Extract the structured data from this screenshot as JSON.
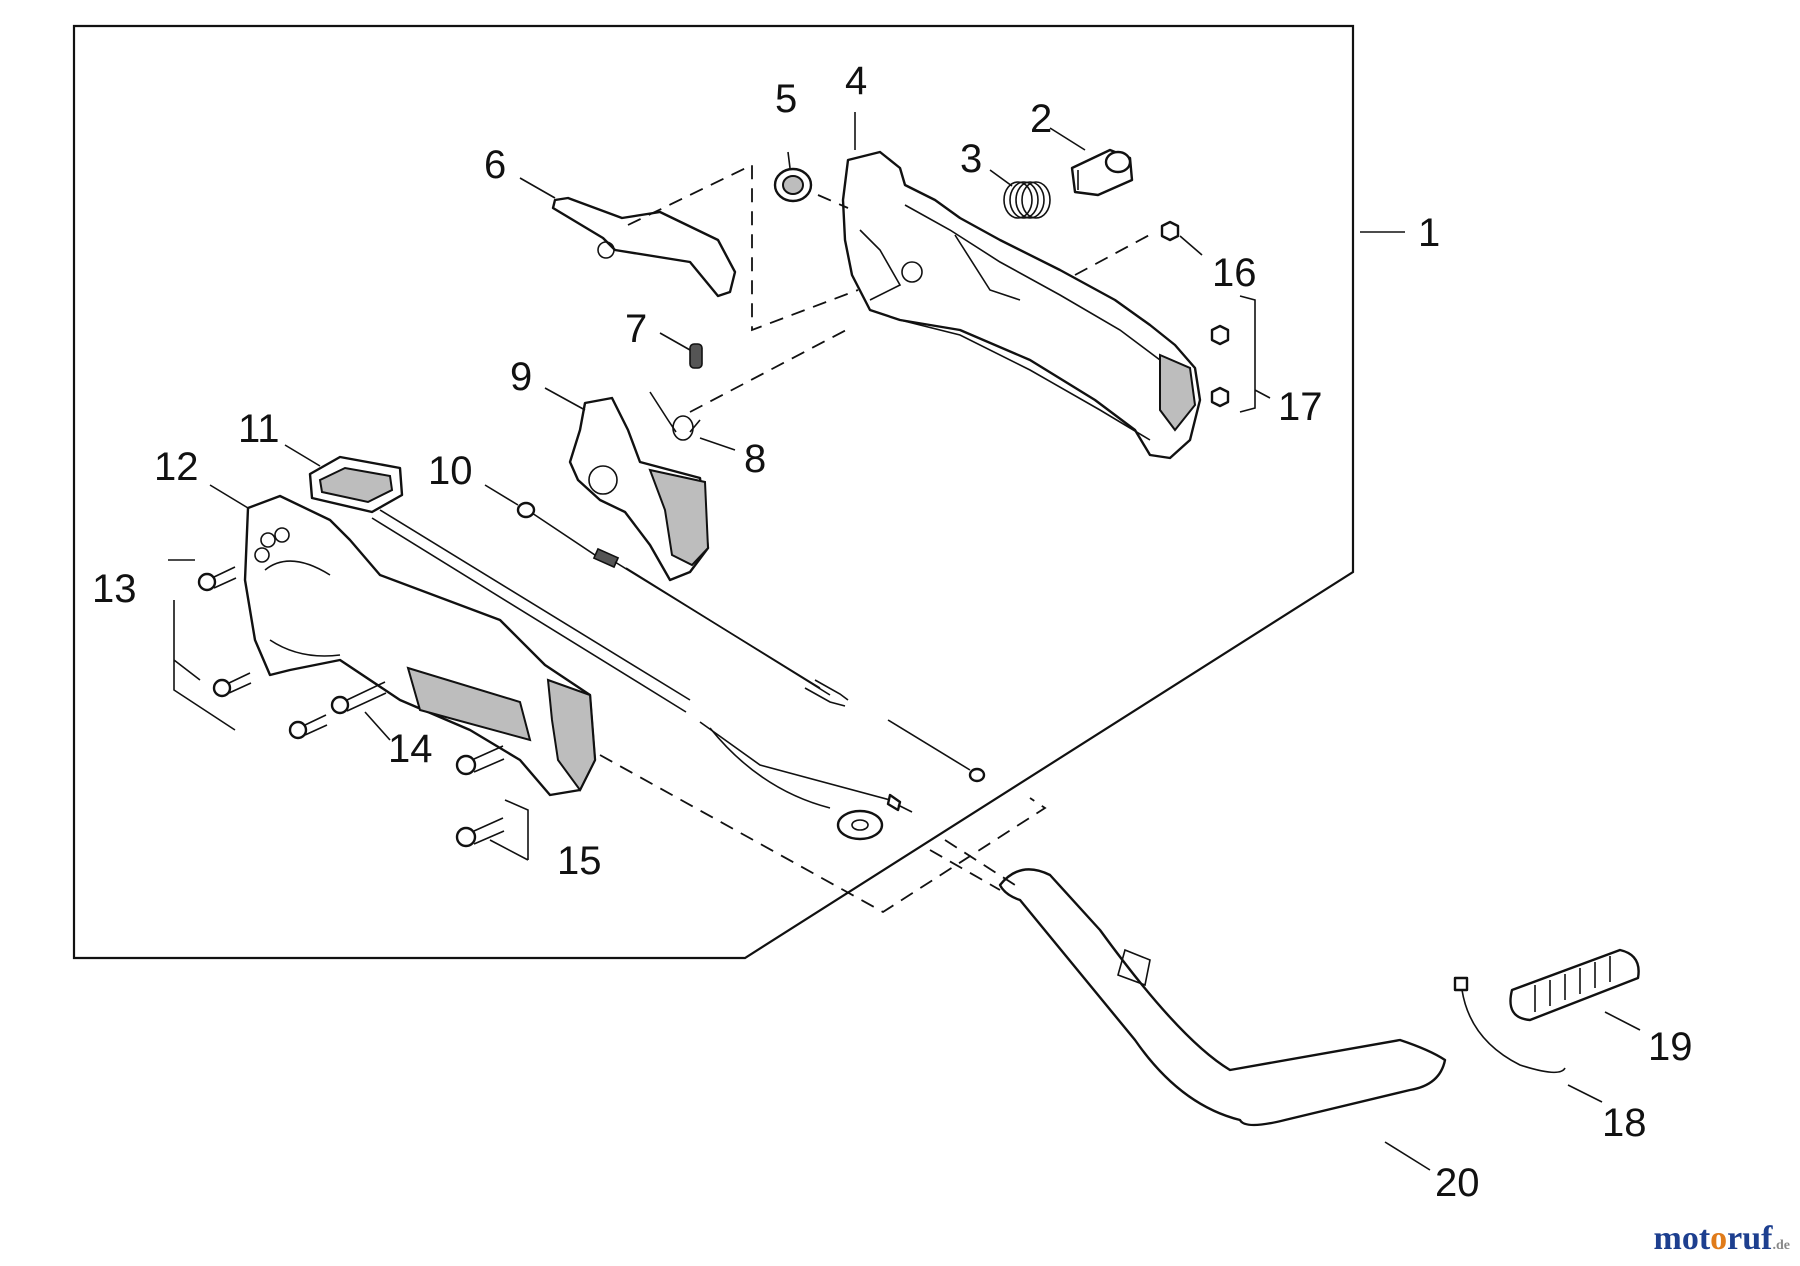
{
  "callouts": {
    "c1": "1",
    "c2": "2",
    "c3": "3",
    "c4": "4",
    "c5": "5",
    "c6": "6",
    "c7": "7",
    "c8": "8",
    "c9": "9",
    "c10": "10",
    "c11": "11",
    "c12": "12",
    "c13": "13",
    "c14": "14",
    "c15": "15",
    "c16": "16",
    "c17": "17",
    "c18": "18",
    "c19": "19",
    "c20": "20"
  },
  "watermark": {
    "part1": "mot",
    "part2": "o",
    "part3": "ruf",
    "part4": ".de"
  }
}
